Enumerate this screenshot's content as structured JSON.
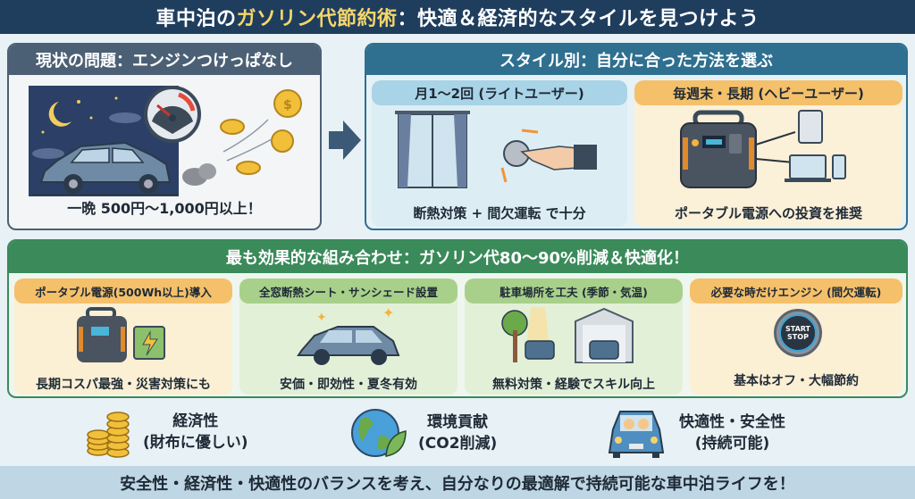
{
  "header": {
    "title_pre": "車中泊の",
    "title_highlight": "ガソリン代節約術",
    "title_post": "：快適＆経済的なスタイルを見つけよう"
  },
  "problem": {
    "title": "現状の問題：エンジンつけっぱなし",
    "caption": "一晩 500円〜1,000円以上！"
  },
  "styles": {
    "title": "スタイル別：自分に合った方法を選ぶ",
    "light": {
      "title": "月1〜2回 (ライトユーザー)",
      "caption": "断熱対策 + 間欠運転 で十分"
    },
    "heavy": {
      "title": "毎週末・長期 (ヘビーユーザー)",
      "caption": "ポータブル電源への投資を推奨"
    }
  },
  "combo": {
    "title": "最も効果的な組み合わせ：ガソリン代80〜90%削減＆快適化！",
    "items": [
      {
        "title": "ポータブル電源(500Wh以上)導入",
        "caption": "長期コスパ最強・災害対策にも"
      },
      {
        "title": "全窓断熱シート・サンシェード設置",
        "caption": "安価・即効性・夏冬有効"
      },
      {
        "title": "駐車場所を工夫 (季節・気温)",
        "caption": "無料対策・経験でスキル向上"
      },
      {
        "title": "必要な時だけエンジン (間欠運転)",
        "caption": "基本はオフ・大幅節約"
      }
    ],
    "start_stop_label_1": "START",
    "start_stop_label_2": "STOP"
  },
  "benefits": [
    {
      "line1": "経済性",
      "line2": "(財布に優しい)"
    },
    {
      "line1": "環境貢献",
      "line2": "(CO2削減)"
    },
    {
      "line1": "快適性・安全性",
      "line2": "(持続可能)"
    }
  ],
  "footer": {
    "text": "安全性・経済性・快適性のバランスを考え、自分なりの最適解で持続可能な車中泊ライフを！"
  },
  "colors": {
    "header_bg": "#1f3e5e",
    "highlight": "#f6d66a",
    "problem_title_bg": "#4c6075",
    "styles_title_bg": "#2f6f8f",
    "combo_title_bg": "#3a8a5a",
    "orange_tab": "#f5c06a",
    "green_tab": "#a8d08a",
    "blue_tab": "#a9d3e6"
  }
}
